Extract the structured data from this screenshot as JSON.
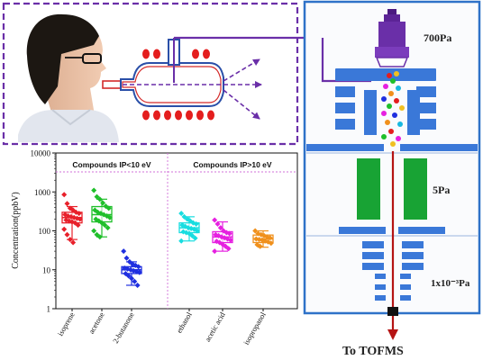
{
  "figure": {
    "pressures": [
      "700Pa",
      "5Pa",
      "1x10⁻³Pa"
    ],
    "output_label": "To  TOFMS"
  },
  "chart_data": {
    "type": "scatter",
    "ylabel": "Concentration(ppbV)",
    "yscale": "log",
    "ylim": [
      1,
      10000
    ],
    "yticks": [
      "1",
      "10",
      "100",
      "1000",
      "10000"
    ],
    "groups": [
      "Compounds IP<10 eV",
      "Compounds IP>10 eV"
    ],
    "categories": [
      "isoprene",
      "acetone",
      "2-butanone",
      "ethanol",
      "acetic acid",
      "isopropanol"
    ],
    "series": [
      {
        "category": "isoprene",
        "group": 0,
        "color": "#e8202a",
        "q1": 160,
        "median": 220,
        "q3": 300,
        "whisker_low": 60,
        "whisker_high": 420,
        "values": [
          850,
          500,
          380,
          340,
          300,
          280,
          260,
          240,
          230,
          220,
          210,
          200,
          190,
          180,
          170,
          160,
          140,
          110,
          80,
          60,
          50
        ]
      },
      {
        "category": "acetone",
        "group": 0,
        "color": "#1fbf2a",
        "q1": 170,
        "median": 260,
        "q3": 420,
        "whisker_low": 70,
        "whisker_high": 650,
        "values": [
          1100,
          750,
          650,
          520,
          430,
          380,
          340,
          300,
          280,
          260,
          240,
          220,
          200,
          180,
          160,
          140,
          120,
          100,
          80,
          70
        ]
      },
      {
        "category": "2-butanone",
        "group": 0,
        "color": "#1f2fe0",
        "q1": 8,
        "median": 10,
        "q3": 12,
        "whisker_low": 4,
        "whisker_high": 16,
        "values": [
          30,
          20,
          16,
          14,
          13,
          12,
          11,
          10.5,
          10,
          9.5,
          9,
          8.5,
          8,
          7,
          6,
          5,
          4
        ]
      },
      {
        "category": "ethanol",
        "group": 1,
        "color": "#18dde0",
        "q1": 90,
        "median": 120,
        "q3": 160,
        "whisker_low": 55,
        "whisker_high": 230,
        "values": [
          280,
          230,
          200,
          180,
          160,
          150,
          140,
          130,
          120,
          115,
          110,
          100,
          95,
          90,
          85,
          75,
          65,
          55
        ]
      },
      {
        "category": "acetic acid",
        "group": 1,
        "color": "#e620e0",
        "q1": 50,
        "median": 70,
        "q3": 95,
        "whisker_low": 30,
        "whisker_high": 170,
        "values": [
          190,
          150,
          120,
          100,
          90,
          85,
          80,
          75,
          70,
          66,
          62,
          58,
          54,
          50,
          45,
          40,
          35,
          30
        ]
      },
      {
        "category": "isopropanol",
        "group": 1,
        "color": "#f0901c",
        "q1": 50,
        "median": 62,
        "q3": 78,
        "whisker_low": 38,
        "whisker_high": 100,
        "values": [
          100,
          85,
          80,
          75,
          70,
          66,
          62,
          60,
          58,
          55,
          52,
          48,
          44,
          40
        ]
      }
    ]
  }
}
